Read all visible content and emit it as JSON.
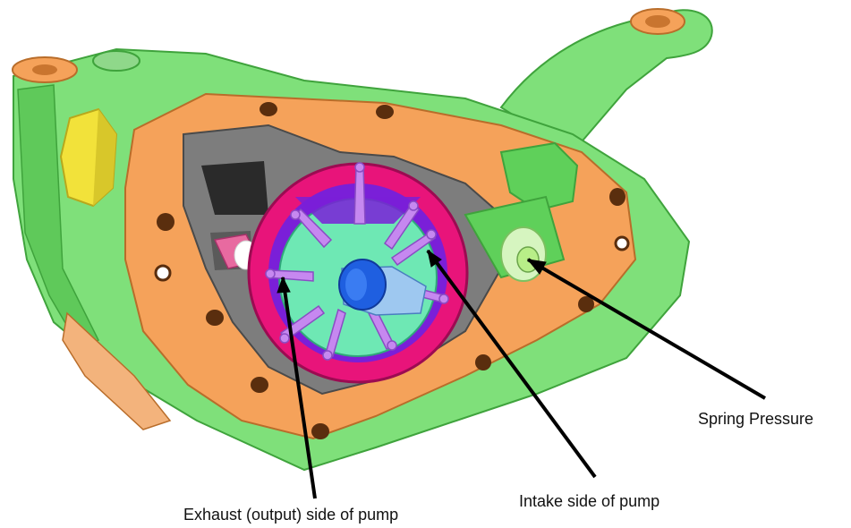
{
  "labels": {
    "spring": "Spring Pressure",
    "intake": "Intake side of pump",
    "exhaust": "Exhaust (output) side of pump"
  },
  "colors": {
    "body_green": "#7fe07a",
    "dark_green": "#3fa33c",
    "gasket_orange": "#f5a25a",
    "ring_magenta": "#e8147a",
    "vane_purple": "#7a1fd8",
    "rotor_mint": "#6ee8b4",
    "shaft_blue": "#1f5fe0",
    "bolt_yellow": "#f2e23a",
    "cavity_gray": "#7d7d7d",
    "leader_line": "#000000"
  }
}
